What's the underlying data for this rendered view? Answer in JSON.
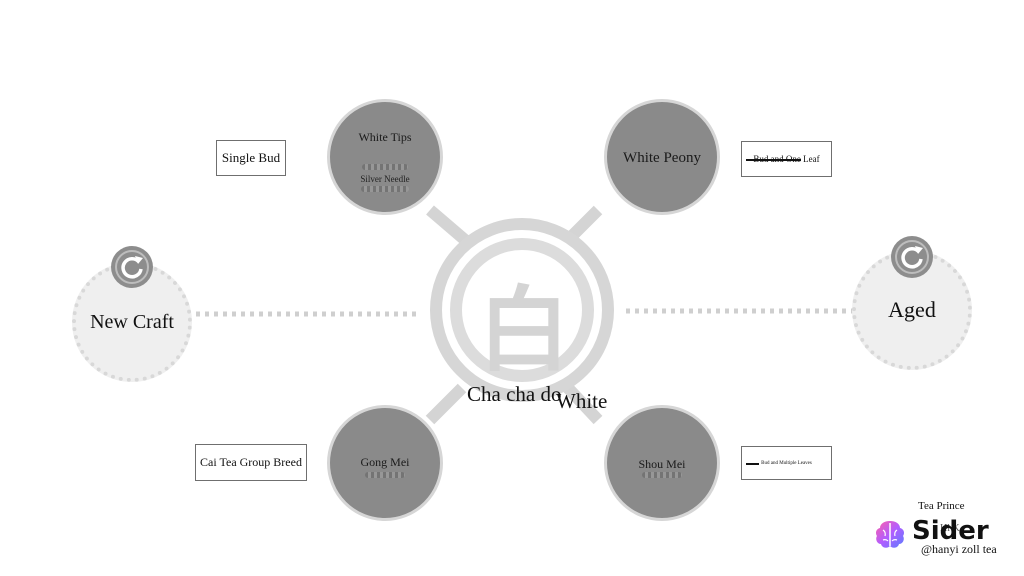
{
  "center": {
    "glyph": "白",
    "label_a": "Cha cha do",
    "label_b": "White"
  },
  "teas": {
    "white_tips": {
      "title": "White Tips",
      "subtitle": "Silver Needle",
      "grade_label": "Single Bud"
    },
    "white_peony": {
      "title": "White Peony",
      "grade_label": "Bud and One Leaf"
    },
    "gong_mei": {
      "title": "Gong Mei",
      "grade_label": "Cai Tea Group Breed"
    },
    "shou_mei": {
      "title": "Shou Mei",
      "grade_label": "Bud and Multiple Leaves"
    }
  },
  "sides": {
    "left": "New Craft",
    "right": "Aged"
  },
  "credits": {
    "line1": "Tea Prince",
    "line2": "Hi K",
    "handle": "@hanyi zoll tea"
  },
  "brand": {
    "name": "Sider"
  },
  "icons": {
    "side_badge": "refresh-icon",
    "brand": "brain-icon"
  },
  "colors": {
    "circle_fill": "#8a8a8a",
    "ring": "#d6d6d6",
    "side_fill": "#efefef",
    "dots": "#d8d8d8"
  }
}
